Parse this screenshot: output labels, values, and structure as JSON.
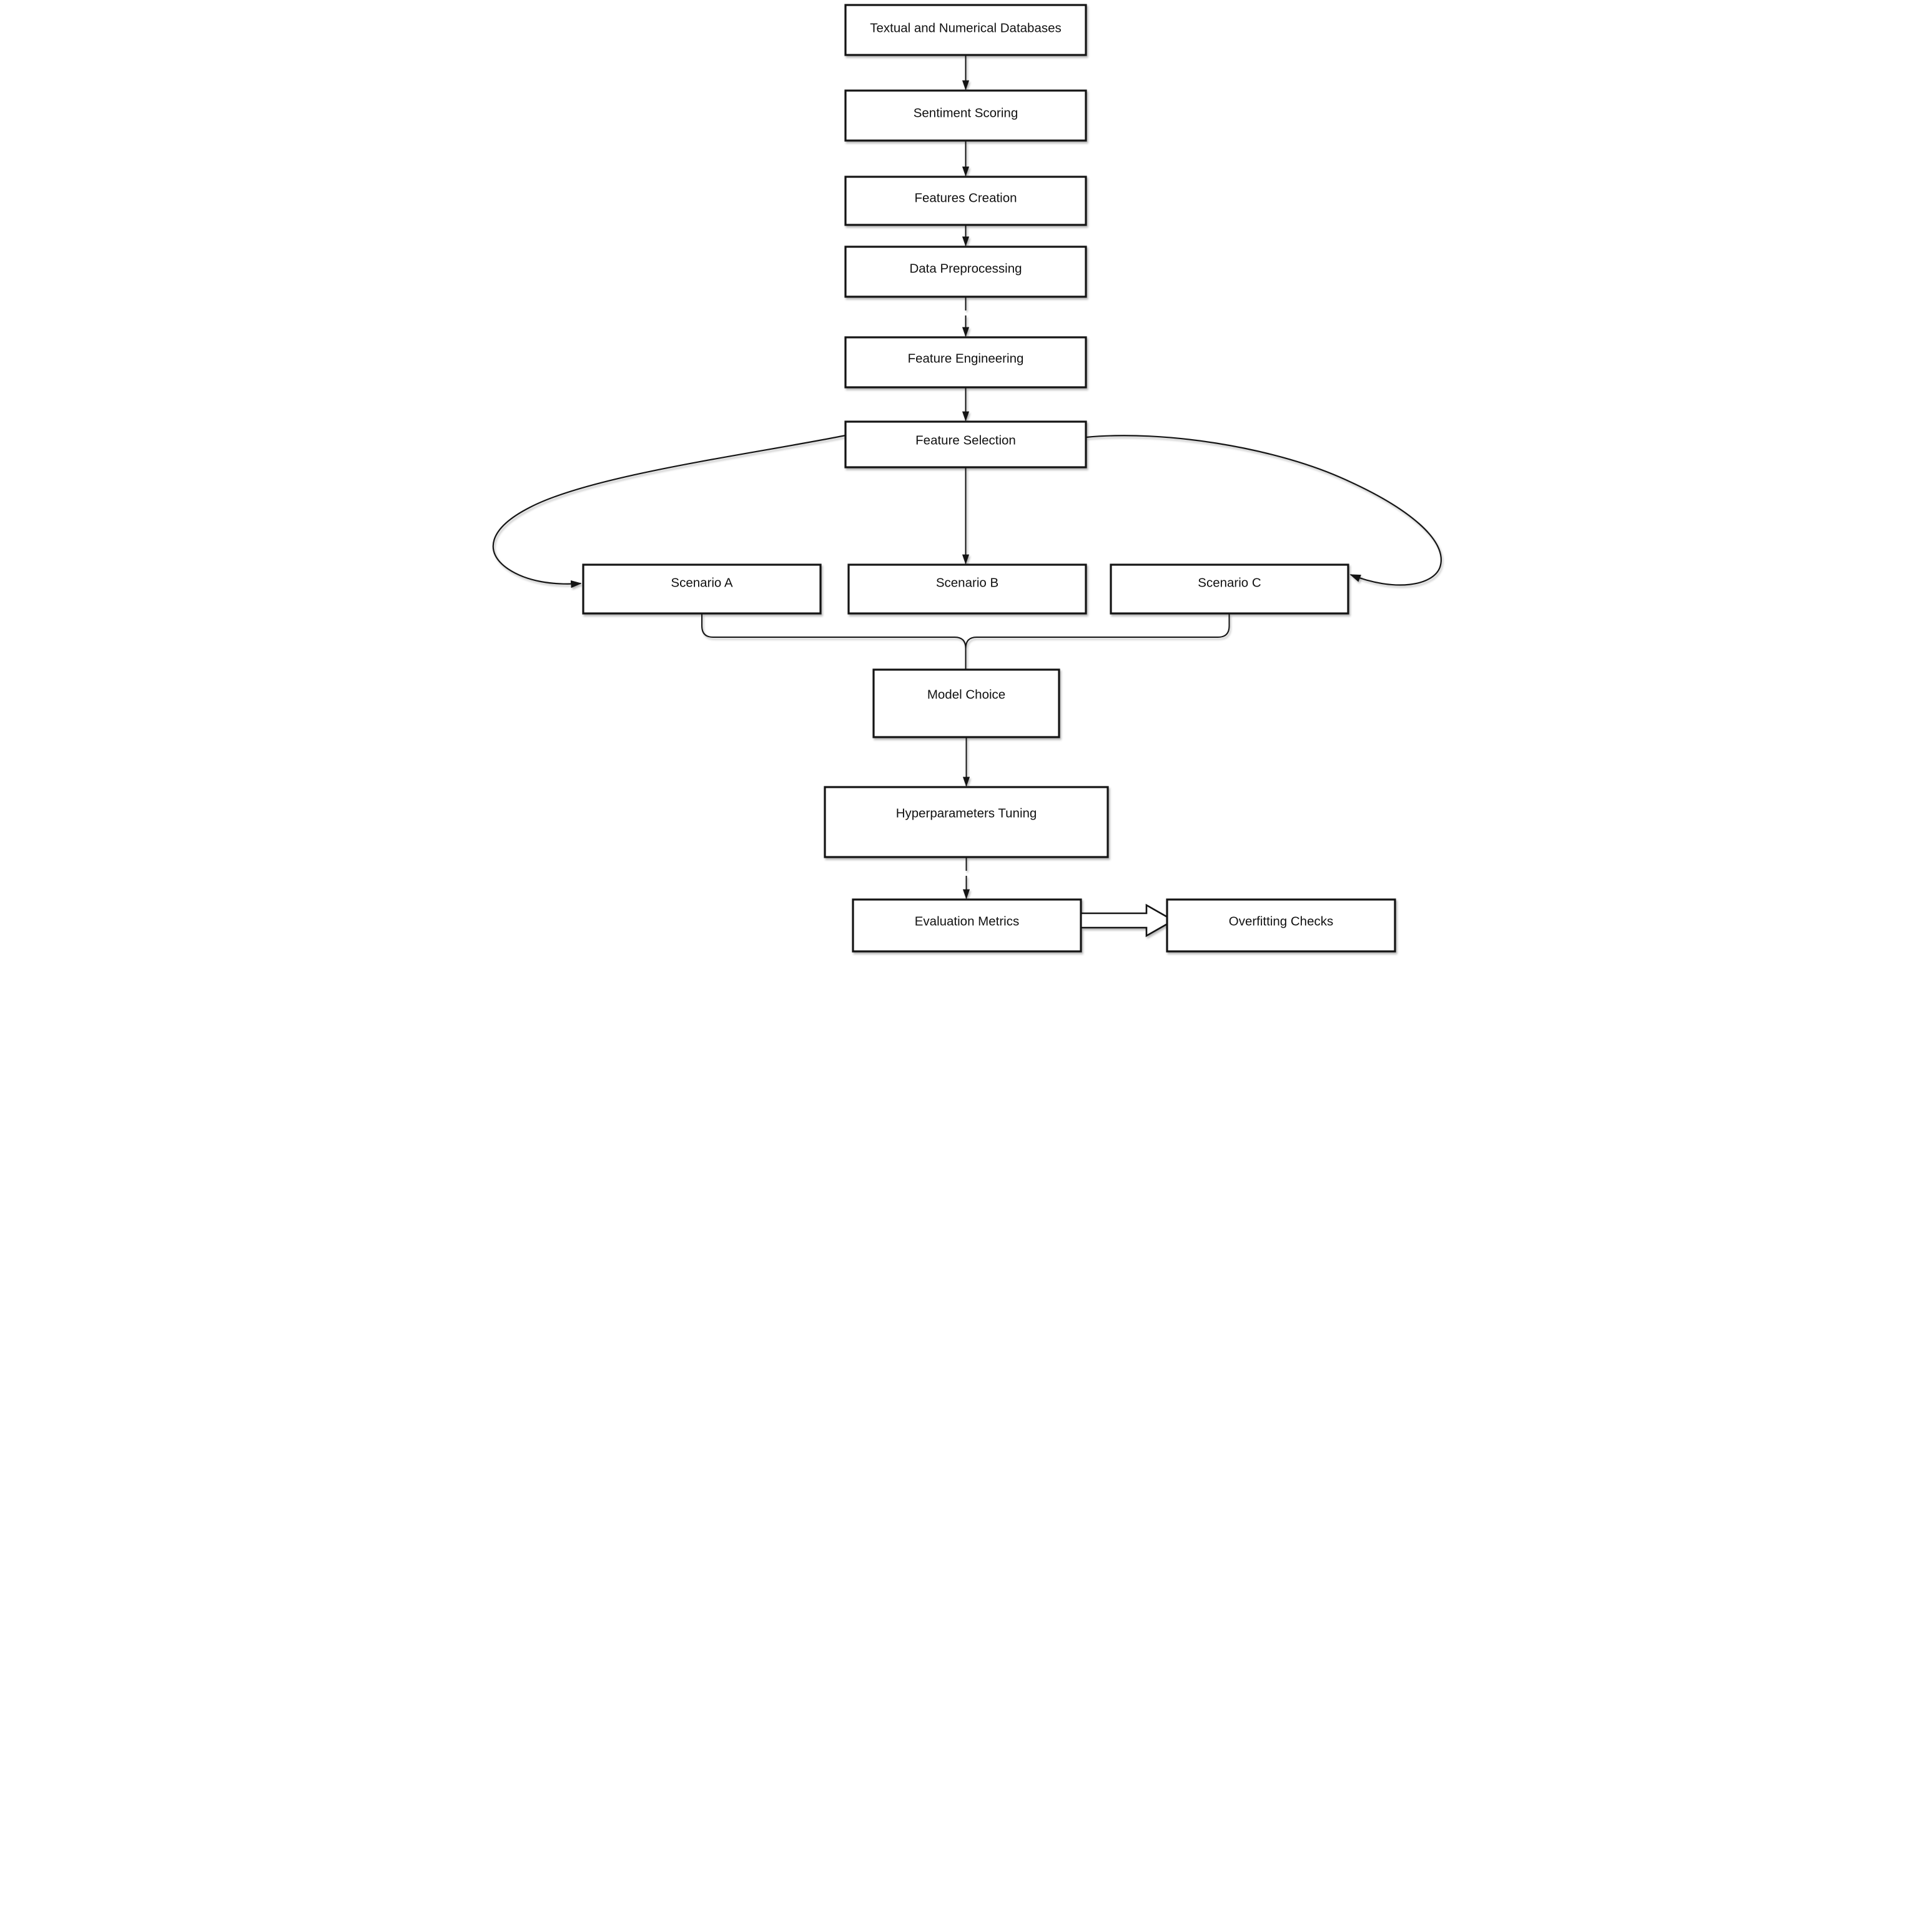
{
  "nodes": {
    "databases": {
      "label": "Textual and Numerical Databases"
    },
    "sentiment": {
      "label": "Sentiment Scoring"
    },
    "features_creation": {
      "label": "Features Creation"
    },
    "preprocessing": {
      "label": "Data Preprocessing"
    },
    "feature_engineering": {
      "label": "Feature Engineering"
    },
    "feature_selection": {
      "label": "Feature Selection"
    },
    "scenario_a": {
      "label": "Scenario A"
    },
    "scenario_b": {
      "label": "Scenario B"
    },
    "scenario_c": {
      "label": "Scenario C"
    },
    "model_choice": {
      "label": "Model Choice"
    },
    "hyperparameters": {
      "label": "Hyperparameters Tuning"
    },
    "evaluation": {
      "label": "Evaluation Metrics"
    },
    "overfitting": {
      "label": "Overfitting Checks"
    }
  },
  "edges": [
    {
      "from": "databases",
      "to": "sentiment",
      "type": "arrow"
    },
    {
      "from": "sentiment",
      "to": "features_creation",
      "type": "arrow"
    },
    {
      "from": "features_creation",
      "to": "preprocessing",
      "type": "arrow"
    },
    {
      "from": "preprocessing",
      "to": "feature_engineering",
      "type": "arrow"
    },
    {
      "from": "feature_engineering",
      "to": "feature_selection",
      "type": "arrow"
    },
    {
      "from": "feature_selection",
      "to": "scenario_a",
      "type": "curved-arrow-left"
    },
    {
      "from": "feature_selection",
      "to": "scenario_b",
      "type": "arrow"
    },
    {
      "from": "feature_selection",
      "to": "scenario_c",
      "type": "curved-arrow-right"
    },
    {
      "from": "scenario_a",
      "to": "model_choice",
      "type": "bracket"
    },
    {
      "from": "scenario_c",
      "to": "model_choice",
      "type": "bracket"
    },
    {
      "from": "model_choice",
      "to": "hyperparameters",
      "type": "arrow"
    },
    {
      "from": "hyperparameters",
      "to": "evaluation",
      "type": "arrow"
    },
    {
      "from": "evaluation",
      "to": "overfitting",
      "type": "block-arrow"
    }
  ],
  "colors": {
    "stroke": "#141414",
    "node_fill": "#ffffff",
    "background": "#ffffff",
    "text": "#111111"
  }
}
